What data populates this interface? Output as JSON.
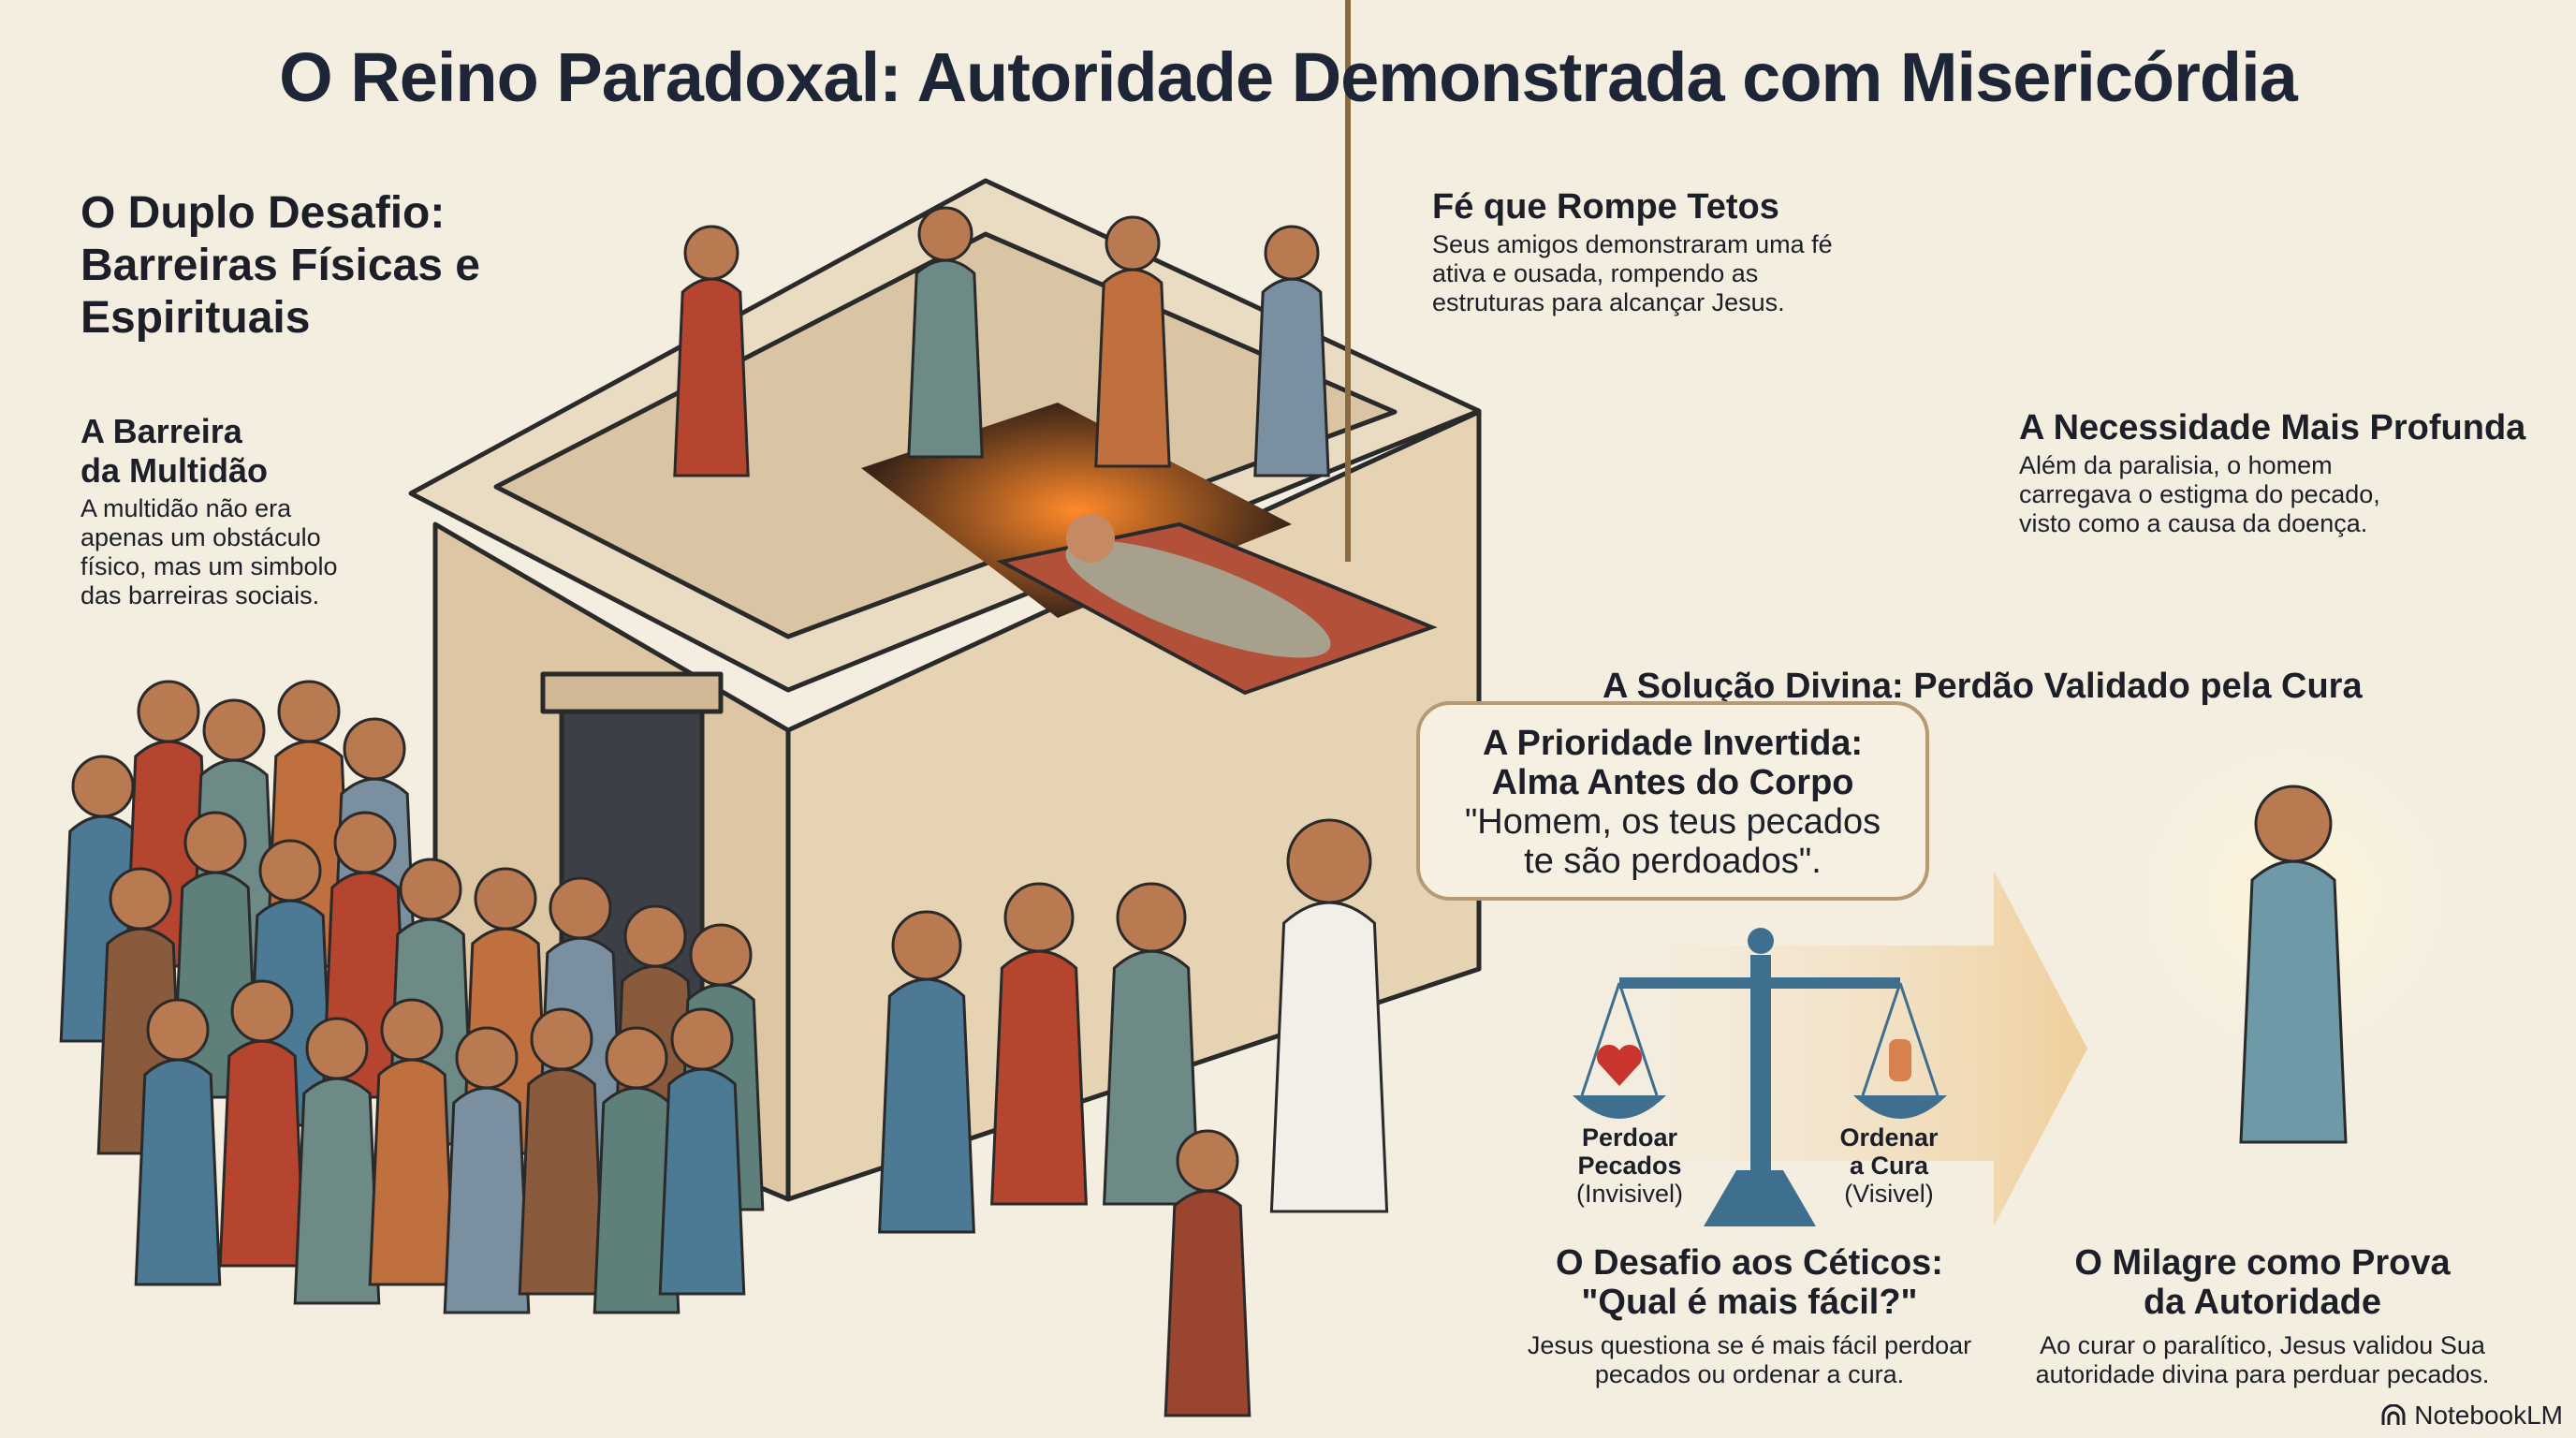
{
  "title": "O Reino Paradoxal: Autoridade Demonstrada com Misericórdia",
  "left": {
    "heading": [
      "O Duplo Desafio:",
      "Barreiras Físicas e",
      "Espirituais"
    ],
    "crowd": {
      "title": [
        "A Barreira",
        "da Multidão"
      ],
      "body": [
        "A multidão não era",
        "apenas um obstáculo",
        "físico, mas um simbolo",
        "das barreiras sociais."
      ]
    }
  },
  "faith": {
    "title": "Fé que Rompe Tetos",
    "body": [
      "Seus amigos demonstraram uma fé",
      "ativa e ousada, rompendo as",
      "estruturas para alcançar Jesus."
    ]
  },
  "need": {
    "title": "A Necessidade Mais Profunda",
    "body": [
      "Além da paralisia, o homem",
      "carregava o estigma do pecado,",
      "visto como a causa da doença."
    ]
  },
  "solution": {
    "title": "A Solução Divina: Perdão Validado pela Cura",
    "bubble": {
      "title": [
        "A Prioridade Invertida:",
        "Alma Antes do Corpo"
      ],
      "quote": [
        "\"Homem, os teus pecados",
        "te são perdoados\"."
      ]
    },
    "scale": {
      "left": {
        "label": [
          "Perdoar",
          "Pecados"
        ],
        "sub": "(Invisivel)",
        "icon": "heart-icon"
      },
      "right": {
        "label": [
          "Ordenar",
          "a Cura"
        ],
        "sub": "(Visivel)",
        "icon": "hand-icon"
      }
    }
  },
  "skeptics": {
    "title": [
      "O Desafio aos Céticos:",
      "\"Qual é mais fácil?\""
    ],
    "body": [
      "Jesus questiona se é mais fácil perdoar",
      "pecados ou ordenar a cura."
    ]
  },
  "miracle": {
    "title": [
      "O Milagre como Prova",
      "da Autoridade"
    ],
    "body": [
      "Ao curar o paralítico, Jesus validou Sua",
      "autoridade divina para perduar pecados."
    ]
  },
  "brand": "NotebookLM",
  "colors": {
    "background": "#f4eee1",
    "title": "#1d2536",
    "accent_blue": "#3f6f8f",
    "accent_red": "#b5452f",
    "stone": "#dcc6a4",
    "arrow": "#efcf9c"
  }
}
